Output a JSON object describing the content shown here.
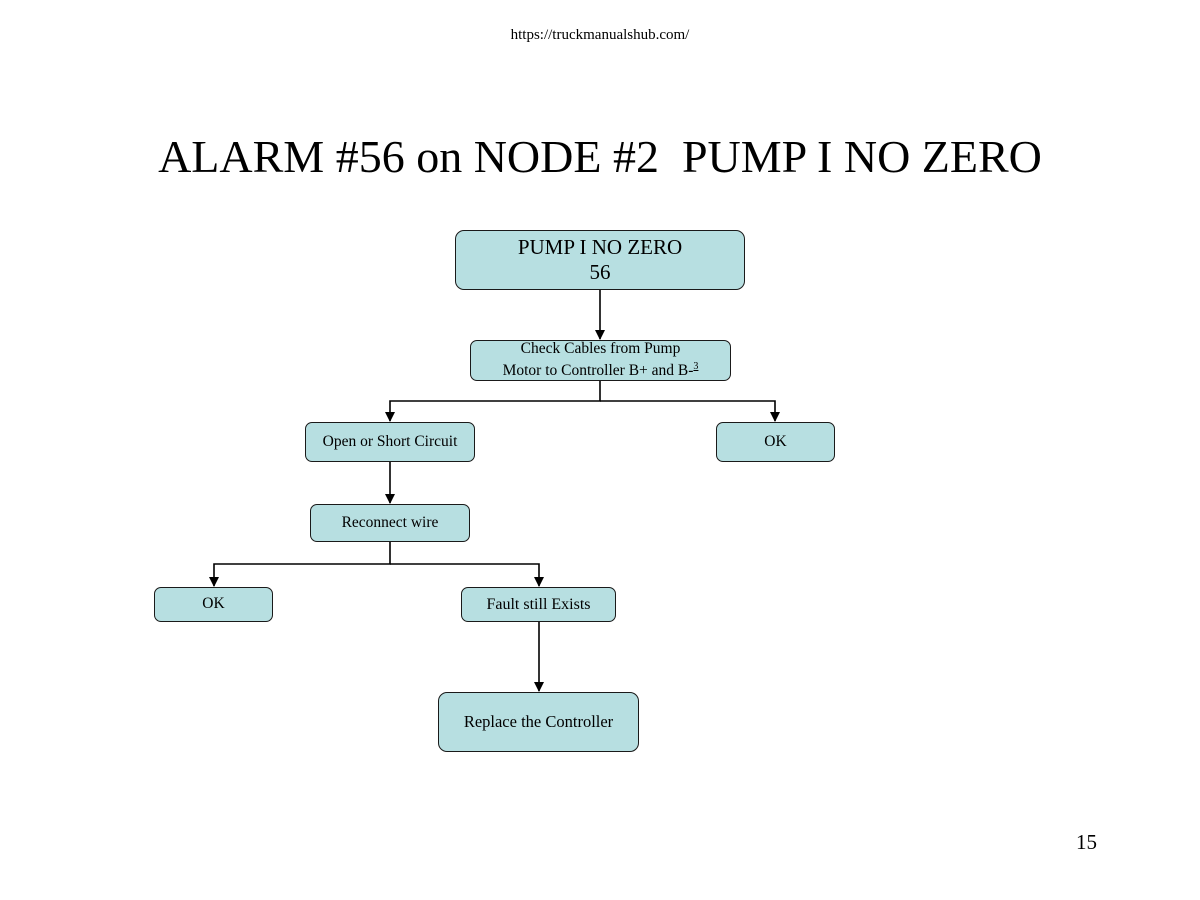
{
  "header": {
    "url": "https://truckmanualshub.com/"
  },
  "slide": {
    "title": "ALARM #56 on NODE #2  PUMP I NO ZERO",
    "page_number": "15"
  },
  "flowchart": {
    "root": {
      "line1": "PUMP I NO ZERO",
      "line2": "56"
    },
    "check_cables": {
      "line1": "Check Cables from Pump",
      "line2": "Motor to Controller B+ and B-",
      "superscript": "3"
    },
    "open_short": "Open or Short Circuit",
    "ok_right": "OK",
    "reconnect": "Reconnect wire",
    "ok_left": "OK",
    "fault_exists": "Fault still Exists",
    "replace_controller": "Replace the Controller"
  }
}
